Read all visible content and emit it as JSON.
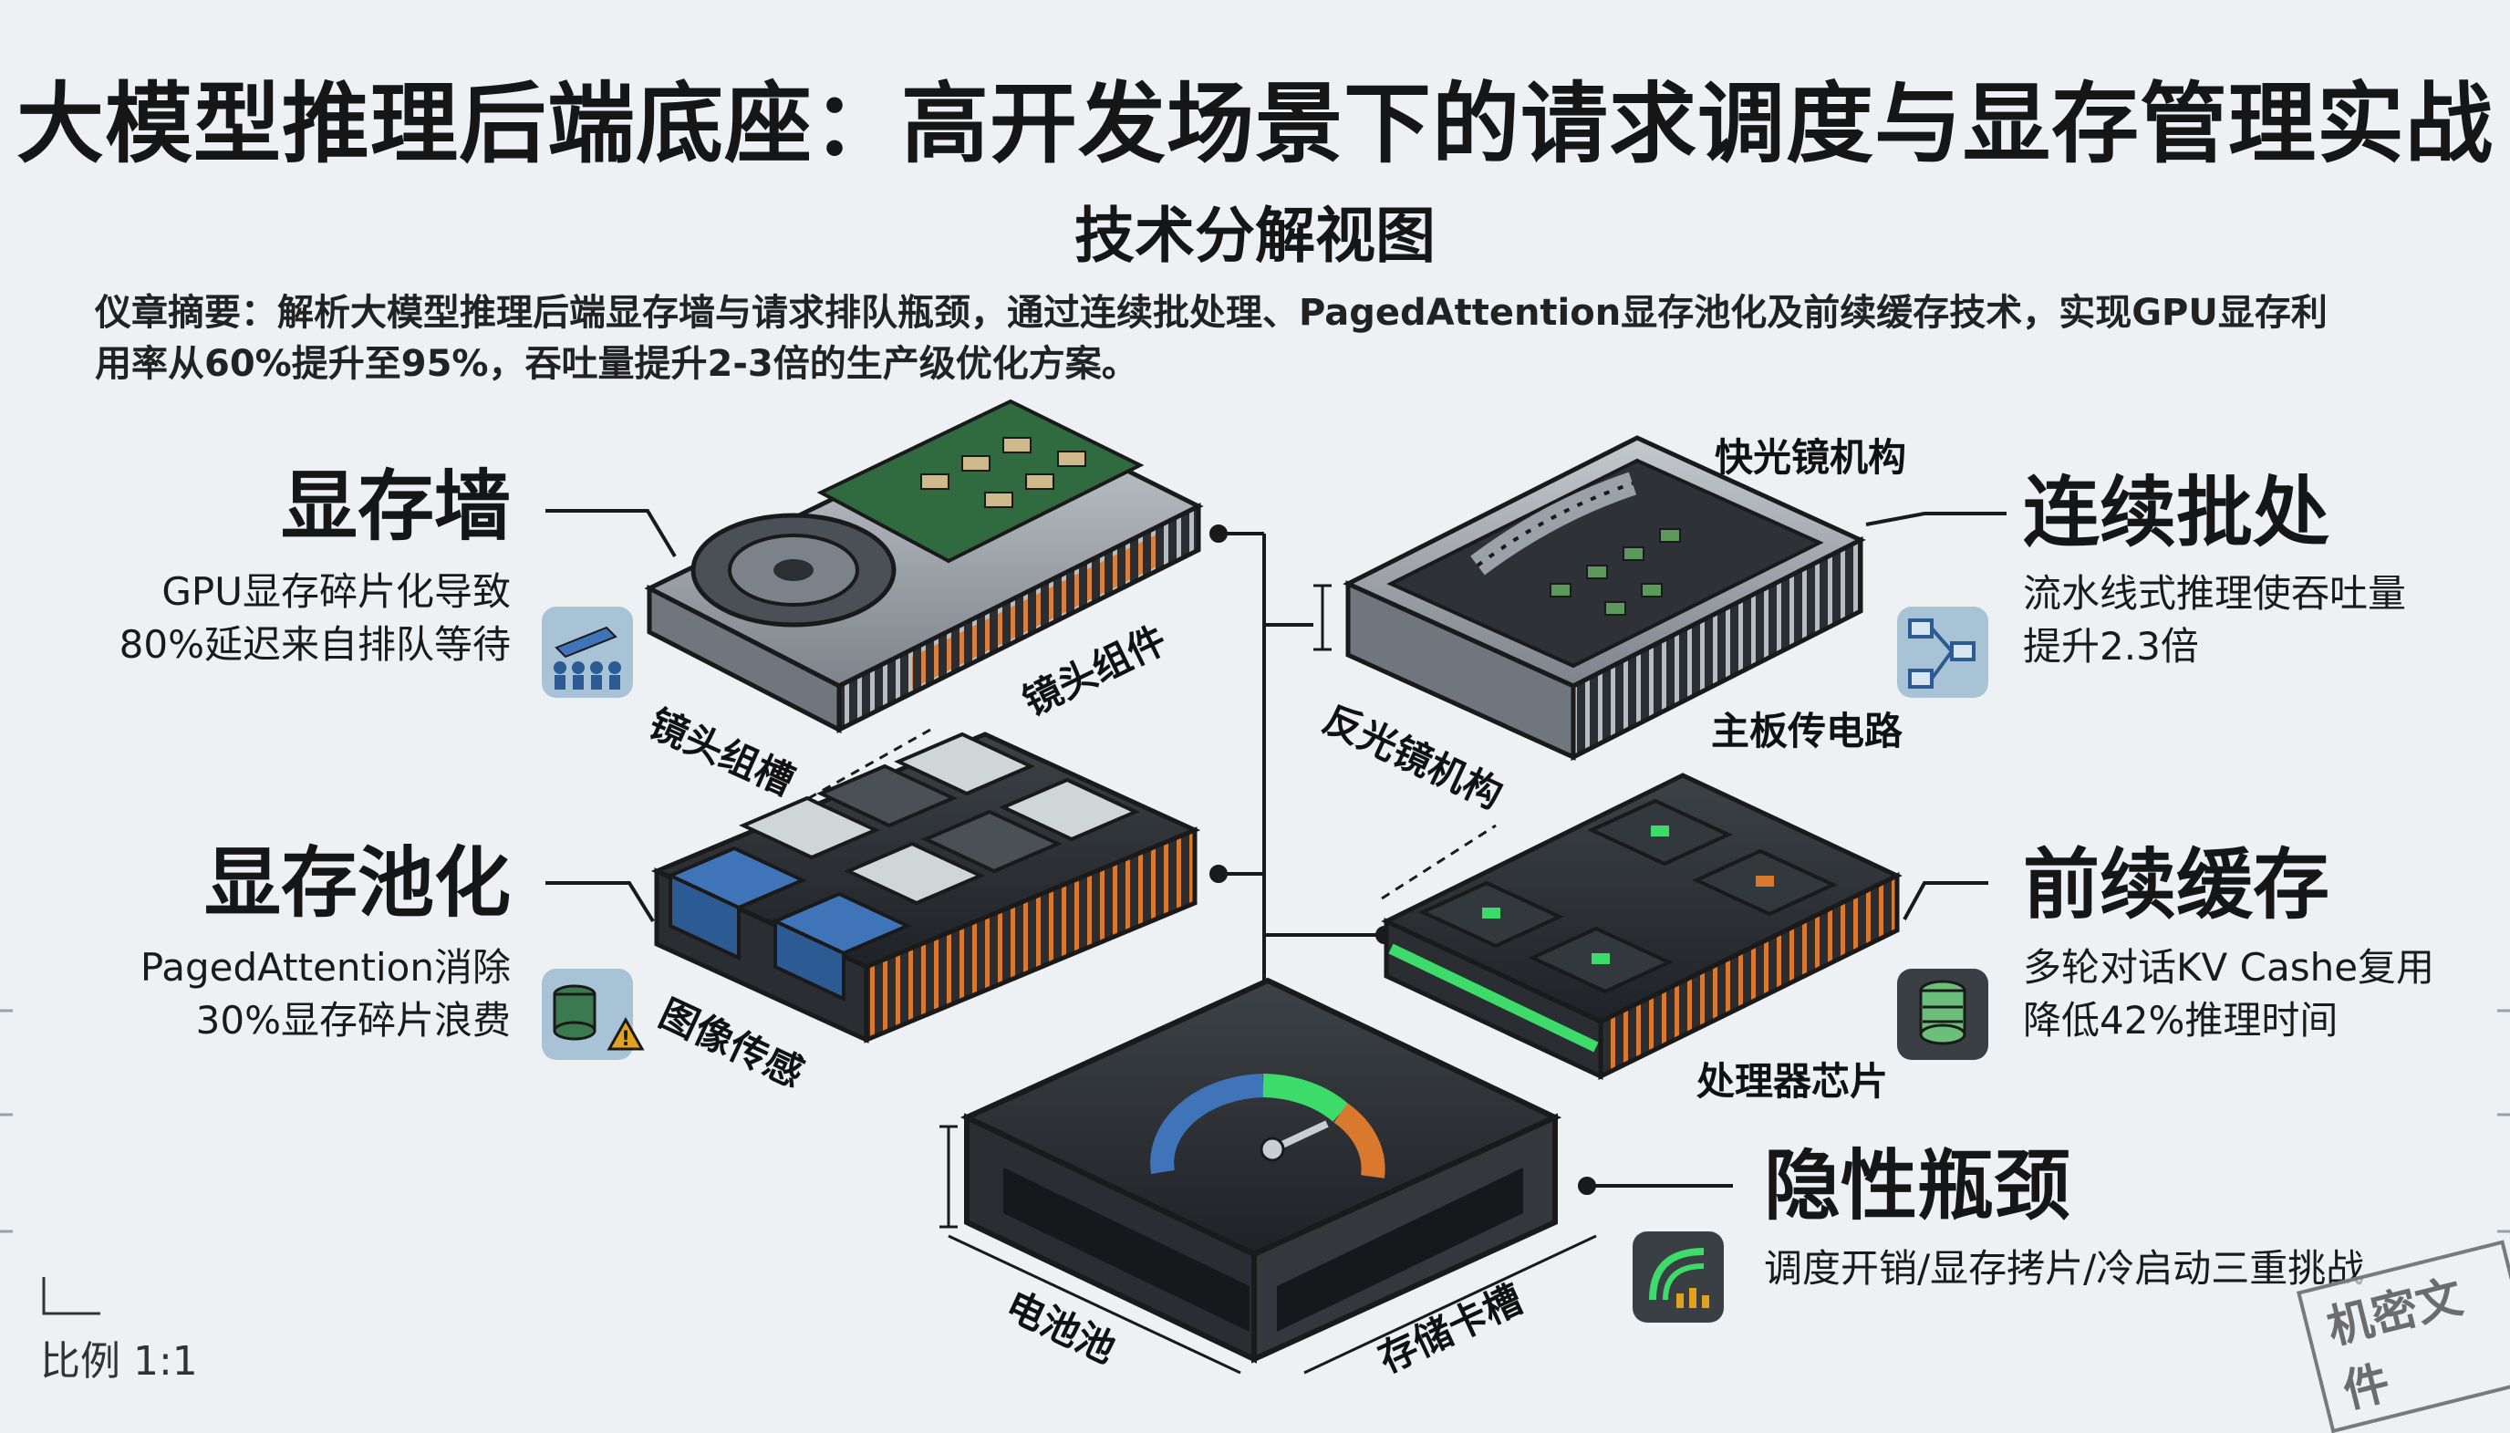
{
  "header": {
    "title": "大模型推理后端底座：高开发场景下的请求调度与显存管理实战",
    "subtitle": "技术分解视图",
    "abstract_line1": "仪章摘要：解析大模型推理后端显存墙与请求排队瓶颈，通过连续批处理、PagedAttention显存池化及前续缓存技术，实现GPU显存利",
    "abstract_line2": "用率从60%提升至95%，吞吐量提升2-3倍的生产级优化方案。"
  },
  "features": {
    "vram_wall": {
      "title": "显存墙",
      "desc1": "GPU显存碎片化导致",
      "desc2": "80%延迟来自排队等待",
      "icon": "queue-people-icon"
    },
    "vram_pool": {
      "title": "显存池化",
      "desc1": "PagedAttention消除",
      "desc2": "30%显存碎片浪费",
      "icon": "database-warning-icon"
    },
    "continuous_batch": {
      "title": "连续批处",
      "desc1": "流水线式推理使吞吐量",
      "desc2": "提升2.3倍",
      "icon": "flowchart-icon"
    },
    "prefix_cache": {
      "title": "前续缓存",
      "desc1": "多轮对话KV Cashe复用",
      "desc2": "降低42%推理时间",
      "icon": "database-check-icon"
    },
    "hidden_bottleneck": {
      "title": "隐性瓶颈",
      "desc1": "调度开销/显存拷片/冷启动三重挑战",
      "icon": "gauge-arc-icon"
    }
  },
  "part_labels": {
    "lens_slot": "镜头组槽",
    "lens_assembly": "镜头组件",
    "shutter": "快光镜机构",
    "mirror": "反光镜机构",
    "mainboard": "主板传电路",
    "image_sensor": "图像传感",
    "processor": "处理器芯片",
    "battery": "电池池",
    "storage_slot": "存储卡槽"
  },
  "footer": {
    "scale": "比例 1:1",
    "stamp": "机密文件"
  },
  "colors": {
    "background": "#eef1f4",
    "module_dark": "#2b2f33",
    "module_metal": "#9aa1a8",
    "pcb_green": "#2f6b3e",
    "accent_orange": "#d9782f",
    "tile_blue": "#3f74b8",
    "glow_green": "#3ddc6a",
    "icon_bg": "#a9c3d6",
    "icon_dark_bg": "#3a3f44"
  }
}
